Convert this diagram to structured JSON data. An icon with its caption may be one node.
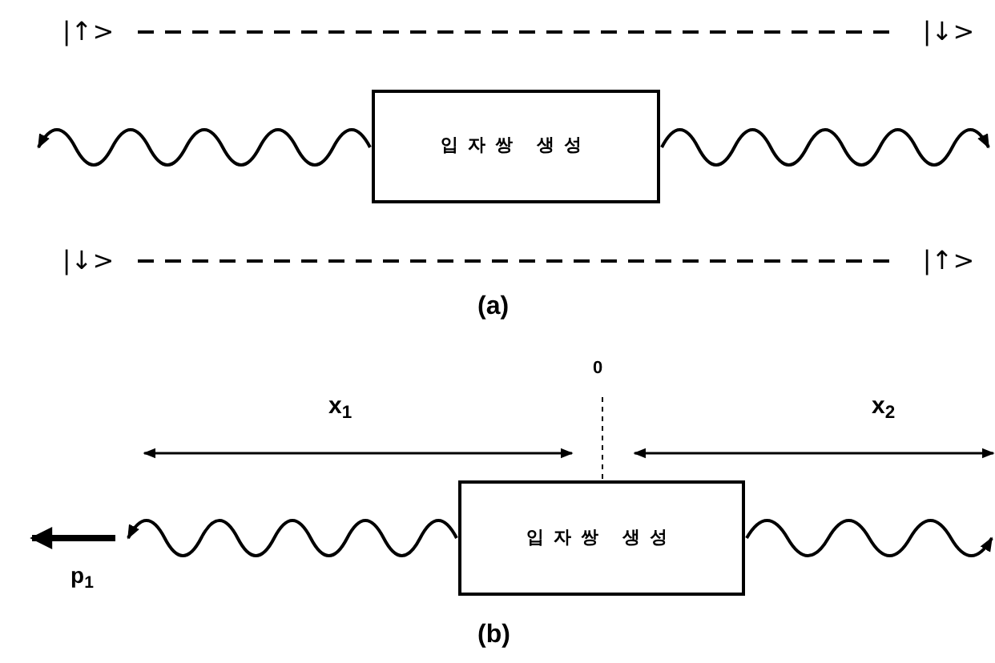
{
  "diagram": {
    "nodes": [
      {
        "text": [
          "|↑>"
        ]
      },
      {
        "text": [
          "|↓>"
        ]
      },
      {
        "text": [
          "입자쌍 생성"
        ]
      },
      {
        "text": [
          "|↓>"
        ]
      },
      {
        "text": [
          "|↑>"
        ]
      },
      {
        "text": [
          "입자쌍 생성"
        ]
      }
    ],
    "edges": [
      {
        "from": 0,
        "to": 1,
        "arrow": "none",
        "style": "dashed"
      },
      {
        "from": 2,
        "to": null,
        "arrow": "to"
      },
      {
        "from": 2,
        "to": null,
        "arrow": "to"
      },
      {
        "from": 3,
        "to": 4,
        "arrow": "none",
        "style": "dashed"
      },
      {
        "from": 5,
        "to": null,
        "arrow": "to"
      },
      {
        "from": 5,
        "to": null,
        "arrow": "to"
      }
    ],
    "labels": [
      "(a)",
      "0",
      "x$_{1}$",
      "x$_{2}$",
      "p$_{1}$",
      "(b)"
    ]
  }
}
